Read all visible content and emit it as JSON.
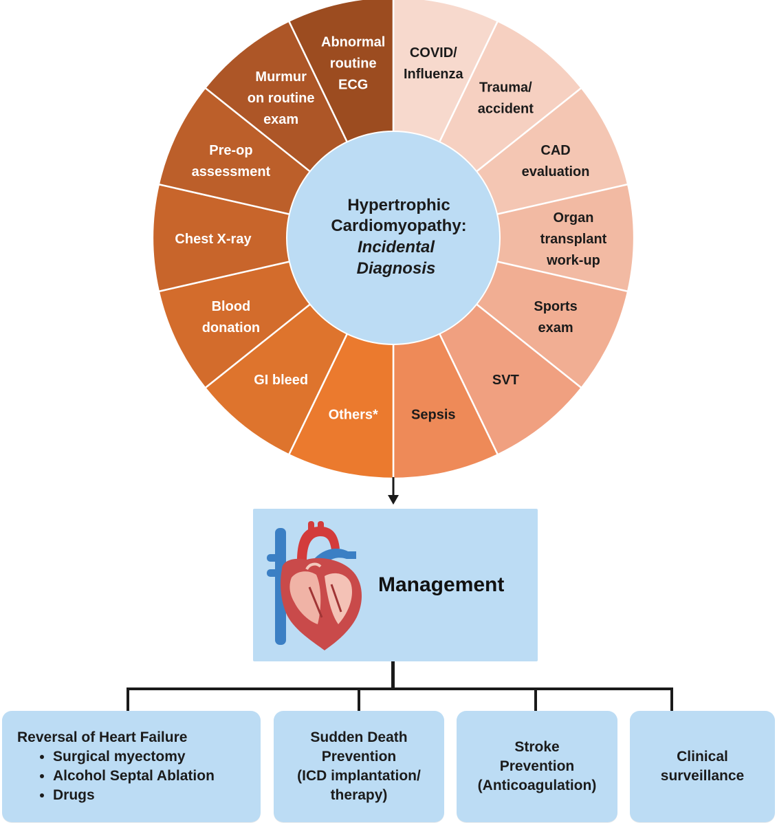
{
  "center": {
    "line1": "Hypertrophic",
    "line2": "Cardiomyopathy:",
    "line3": "Incidental",
    "line4": "Diagnosis",
    "color": "#bcdcf4"
  },
  "segments": [
    {
      "lines": [
        "COVID/",
        "Influenza"
      ],
      "color": "#f7d9cd",
      "text_color": "#1b1b1b"
    },
    {
      "lines": [
        "Trauma/",
        "accident"
      ],
      "color": "#f6d0c1",
      "text_color": "#1b1b1b"
    },
    {
      "lines": [
        "CAD",
        "evaluation"
      ],
      "color": "#f4c6b3",
      "text_color": "#1b1b1b"
    },
    {
      "lines": [
        "Organ",
        "transplant",
        "work-up"
      ],
      "color": "#f2baa3",
      "text_color": "#1b1b1b"
    },
    {
      "lines": [
        "Sports",
        "exam"
      ],
      "color": "#f1ae93",
      "text_color": "#1b1b1b"
    },
    {
      "lines": [
        "SVT"
      ],
      "color": "#f0a080",
      "text_color": "#1b1b1b"
    },
    {
      "lines": [
        "Sepsis"
      ],
      "color": "#ee8a58",
      "text_color": "#1b1b1b"
    },
    {
      "lines": [
        "Others*"
      ],
      "color": "#eb7a2e",
      "text_color": "#ffffff"
    },
    {
      "lines": [
        "GI bleed"
      ],
      "color": "#de742d",
      "text_color": "#ffffff"
    },
    {
      "lines": [
        "Blood",
        "donation"
      ],
      "color": "#d36c2c",
      "text_color": "#ffffff"
    },
    {
      "lines": [
        "Chest X-ray"
      ],
      "color": "#c8652b",
      "text_color": "#ffffff"
    },
    {
      "lines": [
        "Pre-op",
        "assessment"
      ],
      "color": "#bc5f2a",
      "text_color": "#ffffff"
    },
    {
      "lines": [
        "Murmur",
        "on routine",
        "exam"
      ],
      "color": "#ad5627",
      "text_color": "#ffffff"
    },
    {
      "lines": [
        "Abnormal",
        "routine",
        "ECG"
      ],
      "color": "#9c4c20",
      "text_color": "#ffffff"
    }
  ],
  "management": {
    "title": "Management",
    "heart_icon": "anatomical-heart-icon",
    "box_color": "#bcdcf4"
  },
  "outcomes": {
    "heart_failure": {
      "title": "Reversal of Heart Failure",
      "items": [
        "Surgical myectomy",
        "Alcohol Septal Ablation",
        "Drugs"
      ]
    },
    "sudden_death": {
      "lines": [
        "Sudden Death",
        "Prevention",
        "(ICD implantation/",
        "therapy)"
      ]
    },
    "stroke": {
      "lines": [
        "Stroke",
        "Prevention",
        "(Anticoagulation)"
      ]
    },
    "surveillance": {
      "lines": [
        "Clinical",
        "surveillance"
      ]
    }
  }
}
